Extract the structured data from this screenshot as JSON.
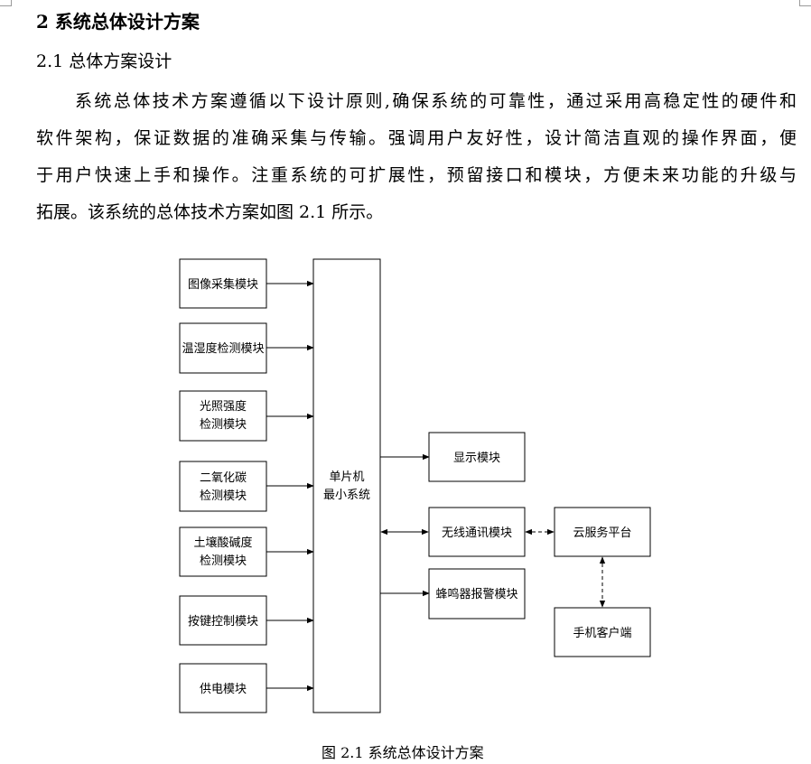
{
  "heading": {
    "section": "2  系统总体设计方案",
    "subsection": "2.1  总体方案设计"
  },
  "paragraph": {
    "lines": [
      "系统总体技术方案遵循以下设计原则,确保系统的可靠性，通过采用高稳定性的硬件和",
      "软件架构，保证数据的准确采集与传输。强调用户友好性，设计简洁直观的操作界面，便",
      "于用户快速上手和操作。注重系统的可扩展性，预留接口和模块，方便未来功能的升级与",
      "拓展。该系统的总体技术方案如图 2.1 所示。"
    ]
  },
  "diagram": {
    "inputs": [
      [
        "图像采集模块"
      ],
      [
        "温湿度检测模块"
      ],
      [
        "光照强度",
        "检测模块"
      ],
      [
        "二氧化碳",
        "检测模块"
      ],
      [
        "土壤酸碱度",
        "检测模块"
      ],
      [
        "按键控制模块"
      ],
      [
        "供电模块"
      ]
    ],
    "mcu": [
      "单片机",
      "最小系统"
    ],
    "display": "显示模块",
    "wireless": "无线通讯模块",
    "buzzer": "蜂鸣器报警模块",
    "cloud": "云服务平台",
    "phone": "手机客户端"
  },
  "caption": "图 2.1  系统总体设计方案"
}
